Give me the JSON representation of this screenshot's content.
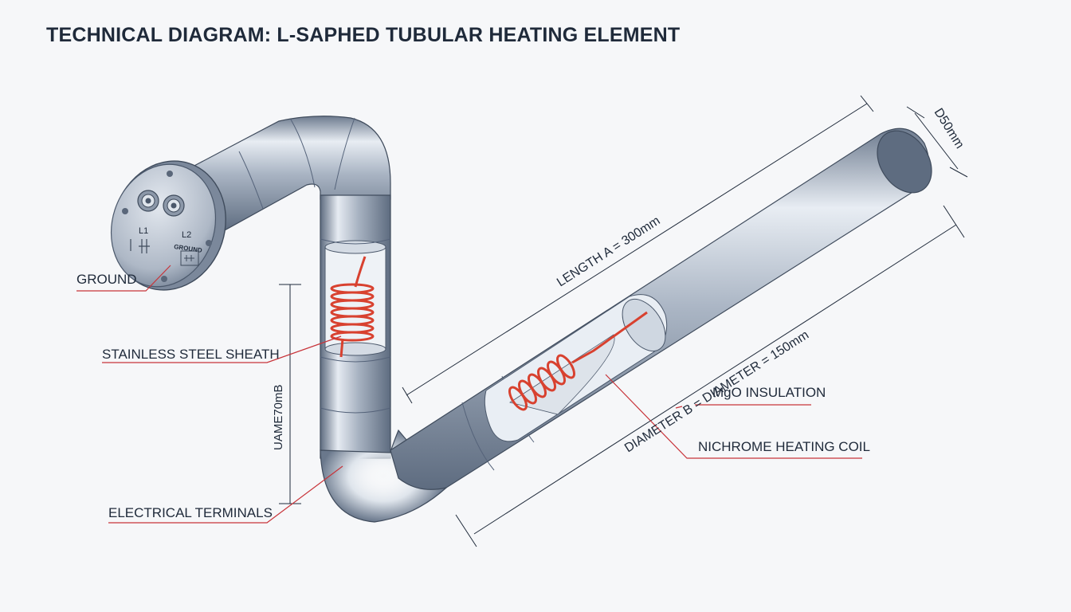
{
  "title": "TECHNICAL DIAGRAM: L-SAPHED TUBULAR HEATING ELEMENT",
  "labels": {
    "ground": "GROUND",
    "stainless_steel_sheath": "STAINLESS STEEL SHEATH",
    "electrical_terminals": "ELECTRICAL TERMINALS",
    "mgo_insulation": "MgO INSULATION",
    "nichrome_heating_coil": "NICHROME HEATING COIL"
  },
  "flange": {
    "terminal_l1": "L1",
    "terminal_l2": "L2",
    "ground_mark": "GROUND"
  },
  "dimensions": {
    "length_a": "LENGTH A = 300mm",
    "diameter_b": "DIAMETER B = DIAMETER = 150mm",
    "end_diameter": "D50mm",
    "vertical": "UAME70mB"
  },
  "colors": {
    "leader_red": "#c8343a",
    "coil_red": "#d8412f",
    "metal_mid": "#a9b4c3",
    "metal_dark": "#66758a",
    "ink": "#1f2a3a"
  }
}
